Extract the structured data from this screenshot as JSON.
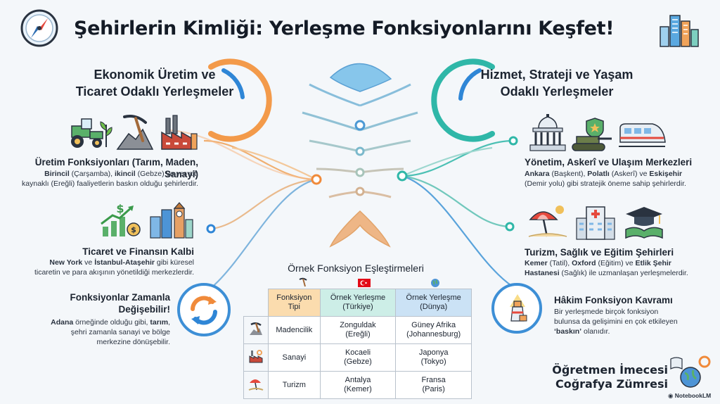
{
  "page": {
    "title": "Şehirlerin Kimliği: Yerleşme Fonksiyonlarını Keşfet!"
  },
  "left_section": {
    "title_line1": "Ekonomik Üretim ve",
    "title_line2": "Ticaret Odaklı Yerleşmeler"
  },
  "right_section": {
    "title_line1": "Hizmet, Strateji ve Yaşam",
    "title_line2": "Odaklı Yerleşmeler"
  },
  "left_items": [
    {
      "title": "Üretim Fonksiyonları (Tarım, Maden, Sanayi)",
      "b1": "Birincil",
      "t1": " (Çarşamba), ",
      "b2": "ikincil",
      "t2": " (Gebze) ve yer altı",
      "line2": "kaynaklı (Ereğli) faaliyetlerin baskın olduğu şehirlerdir."
    },
    {
      "title": "Ticaret ve Finansın Kalbi",
      "b1": "New York",
      "t1": " ve ",
      "b2": "İstanbul-Ataşehir",
      "t2": " gibi küresel",
      "line2": "ticaretin ve para akışının yönetildiği merkezlerdir."
    },
    {
      "title_line1": "Fonksiyonlar Zamanla",
      "title_line2": "Değişebilir!",
      "b1": "Adana",
      "t1": " örneğinde olduğu gibi, ",
      "b2": "tarım",
      "line2": "şehri zamanla sanayi ve bölge",
      "line3": "merkezine dönüşebilir."
    }
  ],
  "right_items": [
    {
      "title": "Yönetim, Askerî ve Ulaşım Merkezleri",
      "b1": "Ankara",
      "t1": " (Başkent), ",
      "b2": "Polatlı",
      "t2": " (Askerî) ve ",
      "b3": "Eskişehir",
      "line2": "(Demir yolu) gibi stratejik öneme sahip şehirlerdir."
    },
    {
      "title": "Turizm, Sağlık ve Eğitim Şehirleri",
      "b1": "Kemer",
      "t1": " (Tatil), ",
      "b2": "Oxford",
      "t2": " (Eğitim) ve ",
      "b3": "Etlik Şehir",
      "b4": "Hastanesi",
      "t4": " (Sağlık) ile uzmanlaşan yerleşmelerdir."
    },
    {
      "title": "Hâkim Fonksiyon Kavramı",
      "line1": "Bir yerleşmede birçok fonksiyon",
      "line2": "bulunsa da gelişimini en çok etkileyen",
      "b1": "‘baskın’",
      "t1": " olanıdır."
    }
  ],
  "table": {
    "title": "Örnek Fonksiyon Eşleştirmeleri",
    "headers": [
      {
        "l1": "Fonksiyon",
        "l2": "Tipi"
      },
      {
        "l1": "Örnek Yerleşme",
        "l2": "(Türkiye)"
      },
      {
        "l1": "Örnek Yerleşme",
        "l2": "(Dünya)"
      }
    ],
    "rows": [
      {
        "icon": "pickaxe-icon",
        "type": "Madencilik",
        "tr": "Zonguldak",
        "tr_sub": "(Ereğli)",
        "world": "Güney Afrika",
        "world_sub": "(Johannesburg)"
      },
      {
        "icon": "factory-icon",
        "type": "Sanayi",
        "tr": "Kocaeli",
        "tr_sub": "(Gebze)",
        "world": "Japonya",
        "world_sub": "(Tokyo)"
      },
      {
        "icon": "beach-umbrella-icon",
        "type": "Turizm",
        "tr": "Antalya",
        "tr_sub": "(Kemer)",
        "world": "Fransa",
        "world_sub": "(Paris)"
      }
    ]
  },
  "footer": {
    "line1": "Öğretmen İmecesi",
    "line2": "Coğrafya Zümresi",
    "brand": "NotebookLM"
  },
  "colors": {
    "orange": "#f08a3a",
    "teal": "#2fb7a8",
    "blue": "#2f86d6",
    "text": "#1c2430"
  }
}
